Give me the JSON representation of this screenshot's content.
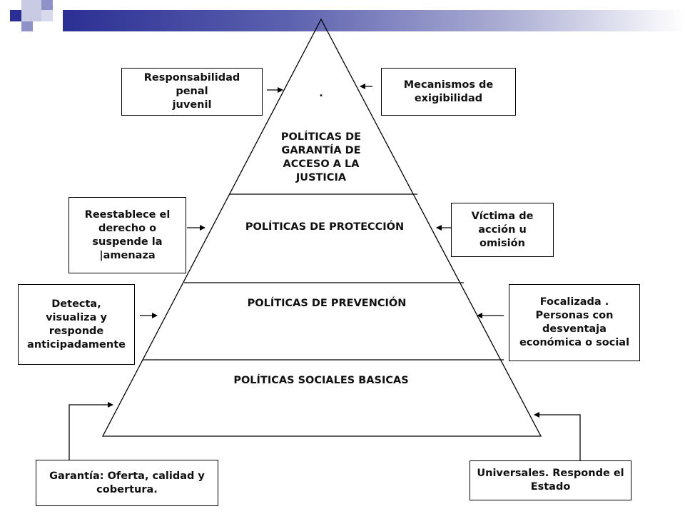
{
  "pyramid": {
    "apex_dot": ".",
    "levels": [
      {
        "label": "POLÍTICAS DE\nGARANTÍA DE\nACCESO A LA\nJUSTICIA"
      },
      {
        "label": "POLÍTICAS DE PROTECCIÓN"
      },
      {
        "label": "POLÍTICAS DE PREVENCIÓN"
      },
      {
        "label": "POLÍTICAS SOCIALES BASICAS"
      }
    ]
  },
  "left_boxes": [
    {
      "text": "Responsabilidad penal\njuvenil"
    },
    {
      "text": "Reestablece el\nderecho o\nsuspende la\n|amenaza"
    },
    {
      "text": "Detecta,\nvisualiza y\nresponde\nanticipadamente"
    },
    {
      "text": "Garantía: Oferta, calidad y\ncobertura."
    }
  ],
  "right_boxes": [
    {
      "text": "Mecanismos de\nexigibilidad"
    },
    {
      "text": "Víctima de\nacción u\nomisión"
    },
    {
      "text": "Focalizada .\nPersonas con\ndesventaja\neconómica o social"
    },
    {
      "text": "Universales. Responde el\nEstado"
    }
  ],
  "colors": {
    "header_dark": "#2b2f93",
    "header_mid": "#8f92c6",
    "header_light": "#c9cae4"
  }
}
